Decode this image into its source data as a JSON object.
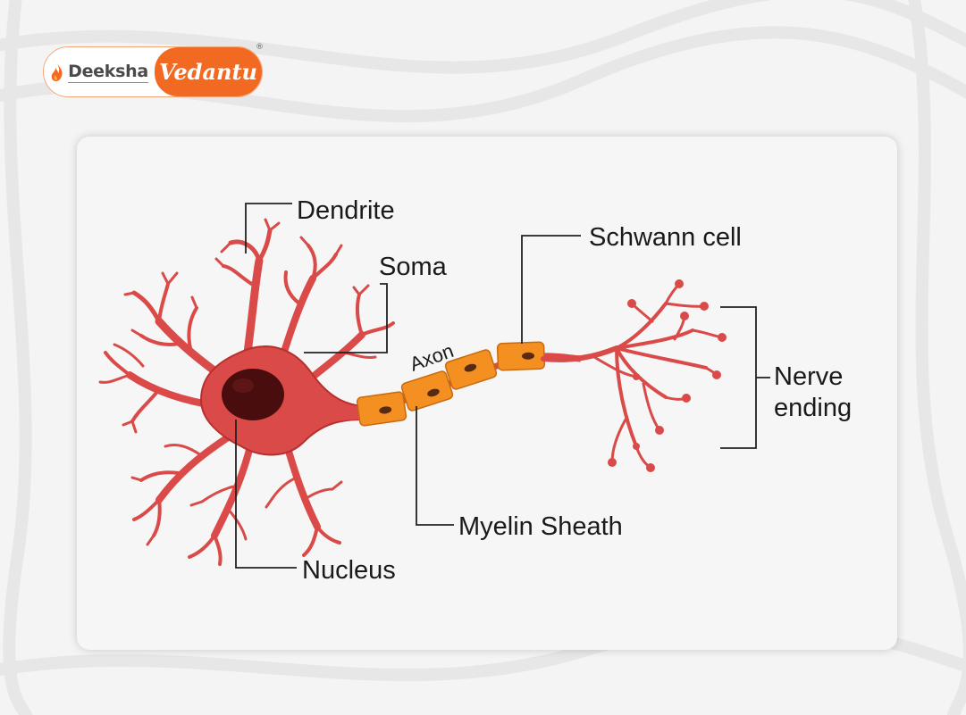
{
  "brand": {
    "left_word": "Deeksha",
    "right_word": "Vedantu",
    "registered_mark": "®",
    "colors": {
      "orange": "#f26a22",
      "gray_text": "#4a4a4a"
    }
  },
  "diagram": {
    "labels": {
      "dendrite": "Dendrite",
      "soma": "Soma",
      "axon": "Axon",
      "schwann_cell": "Schwann cell",
      "nerve_ending_line1": "Nerve",
      "nerve_ending_line2": "ending",
      "myelin_sheath": "Myelin Sheath",
      "nucleus": "Nucleus"
    },
    "colors": {
      "neuron_red": "#d94a48",
      "neuron_outline": "#b8302e",
      "nucleus": "#4a0d0e",
      "myelin_orange": "#f39021",
      "myelin_outline": "#c96a10",
      "schwann_nucleus": "#5a2a10",
      "leader_line": "#222222"
    }
  }
}
